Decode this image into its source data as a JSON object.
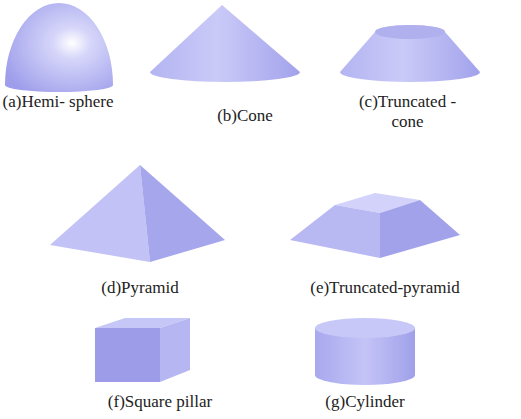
{
  "diagram": {
    "labels": [
      "(a)Hemi- sphere",
      "(b)Cone",
      "(c)Truncated -cone",
      "(d)Pyramid",
      "(e)Truncated-pyramid",
      "(f)Square pillar",
      "(g)Cylinder"
    ]
  }
}
